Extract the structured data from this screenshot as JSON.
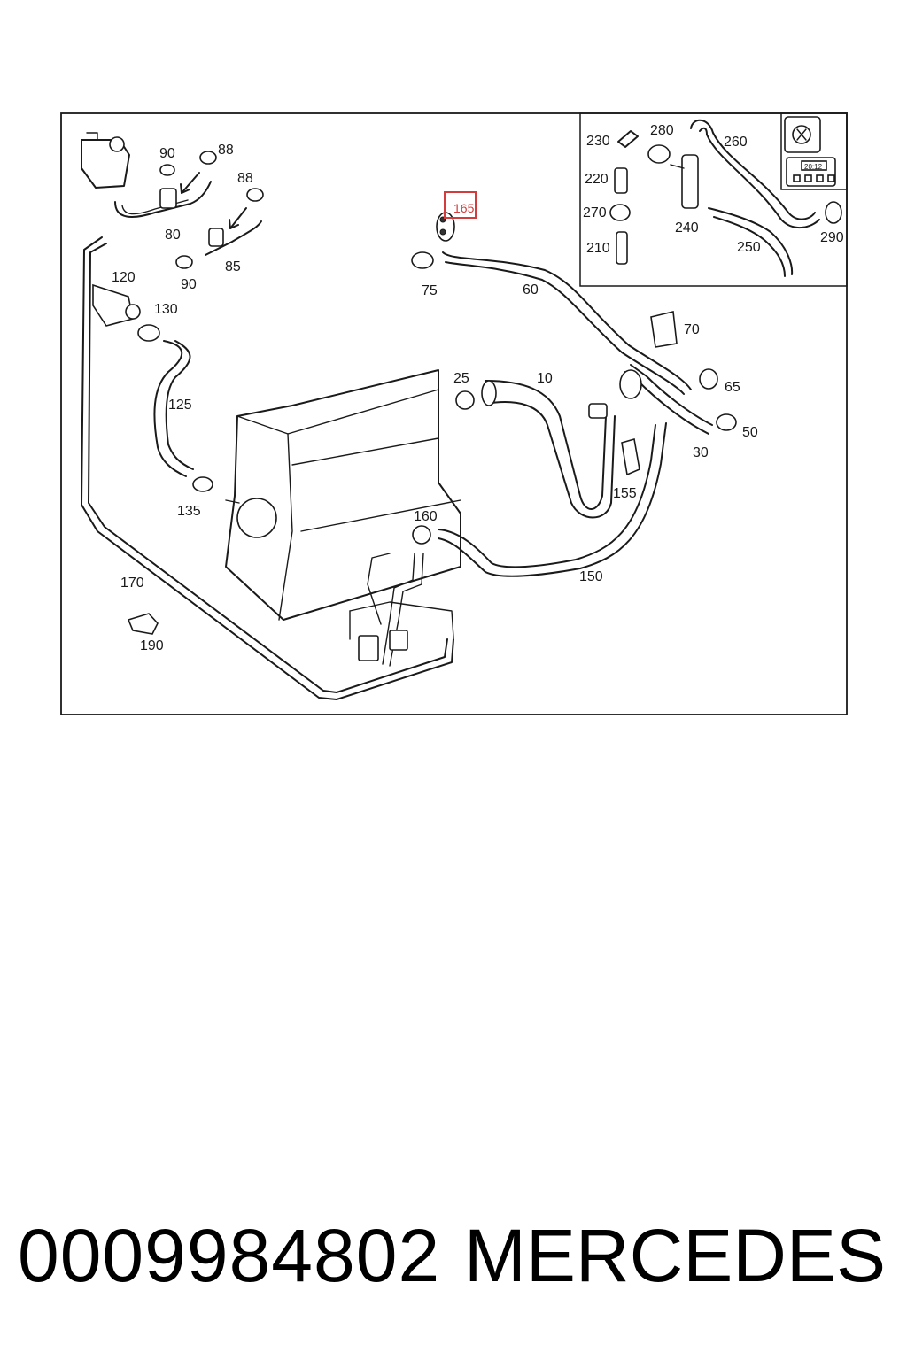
{
  "diagram": {
    "labels": [
      "90",
      "88",
      "88",
      "80",
      "85",
      "90",
      "120",
      "130",
      "125",
      "135",
      "170",
      "190",
      "165",
      "75",
      "60",
      "70",
      "65",
      "50",
      "30",
      "25",
      "10",
      "155",
      "160",
      "150",
      "230",
      "280",
      "260",
      "220",
      "270",
      "240",
      "250",
      "290",
      "210"
    ],
    "highlighted_label": "165",
    "inset_display_text": "20:12",
    "highlight_color": "#d23c3c"
  },
  "footer": {
    "part_number": "0009984802",
    "brand": "MERCEDES"
  }
}
